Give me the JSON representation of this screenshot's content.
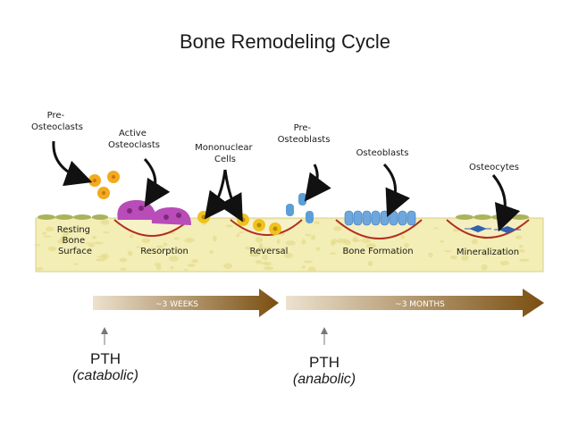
{
  "title": "Bone Remodeling Cycle",
  "cell_labels": {
    "pre_osteoclasts": [
      "Pre-",
      "Osteoclasts"
    ],
    "active_osteoclasts": [
      "Active",
      "Osteoclasts"
    ],
    "mononuclear_cells": [
      "Mononuclear",
      "Cells"
    ],
    "pre_osteoblasts": [
      "Pre-",
      "Osteoblasts"
    ],
    "osteoblasts": [
      "Osteoblasts"
    ],
    "osteocytes": [
      "Osteocytes"
    ]
  },
  "stage_labels": {
    "resting": [
      "Resting",
      "Bone",
      "Surface"
    ],
    "resorption": [
      "Resorption"
    ],
    "reversal": [
      "Reversal"
    ],
    "formation": [
      "Bone Formation"
    ],
    "mineralization": [
      "Mineralization"
    ]
  },
  "timeline": {
    "weeks": "~3 WEEKS",
    "months": "~3 MONTHS"
  },
  "pth_catabolic": {
    "name": "PTH",
    "kind": "(catabolic)"
  },
  "pth_anabolic": {
    "name": "PTH",
    "kind": "(anabolic)"
  },
  "colors": {
    "bone": "#f3eeb5",
    "bone_spots": "#e4db8e",
    "lining_cells": "#a9b35a",
    "pre_osteoclast": "#f2aa1e",
    "osteoclast": "#b94cb8",
    "mononuclear": "#f0c21f",
    "pre_osteoblast": "#5b9fd6",
    "osteoblast": "#6ea7dd",
    "osteocyte": "#2f62b0",
    "pit_line": "#b12f1e",
    "arrow_light": "#e8dcc6",
    "arrow_dark": "#7a4e10"
  }
}
